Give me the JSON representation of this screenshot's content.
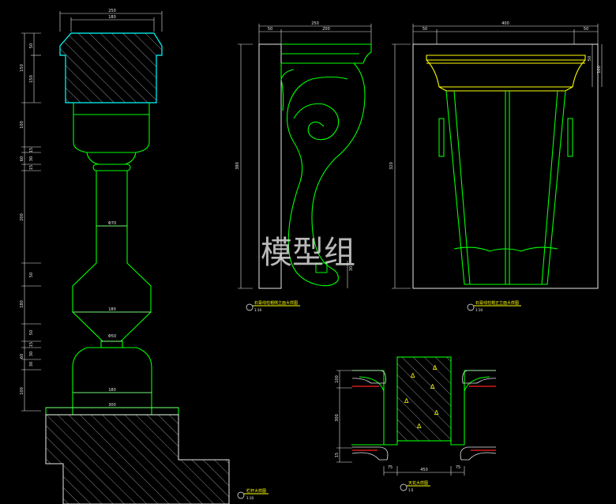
{
  "watermark": "模型组",
  "views": {
    "baluster": {
      "caption": "栏杆大样图",
      "scale": "1:10",
      "dims_top": [
        "250",
        "180"
      ],
      "dims_left": [
        "50",
        "150",
        "150",
        "100",
        "15",
        "30",
        "60",
        "15",
        "200",
        "50",
        "180",
        "50",
        "15",
        "30",
        "30",
        "60",
        "100"
      ],
      "dims_inner": [
        "Φ70",
        "180",
        "Φ50",
        "180",
        "300"
      ]
    },
    "side": {
      "caption": "石膏线柱帽侧立面大样图",
      "scale": "1:10",
      "dims_top": [
        "250",
        "50",
        "200"
      ],
      "dims_left": [
        "380"
      ],
      "dims_right": [
        "30"
      ]
    },
    "front": {
      "caption": "石膏线柱帽正立面大样图",
      "scale": "1:10",
      "dims_top": [
        "400",
        "50",
        "50"
      ],
      "dims_left": [
        "320"
      ],
      "dims_right": [
        "50",
        "100"
      ]
    },
    "ceiling": {
      "caption": "天花大样图",
      "scale": "1:5",
      "dims_left": [
        "100",
        "300",
        "15"
      ],
      "dims_bottom": [
        "450",
        "75",
        "75"
      ]
    }
  },
  "colors": {
    "background": "#000000",
    "outline": "#00ff00",
    "accent": "#ffff00",
    "hatch": "#8a8a8a",
    "dimension": "#e8e8e8"
  }
}
